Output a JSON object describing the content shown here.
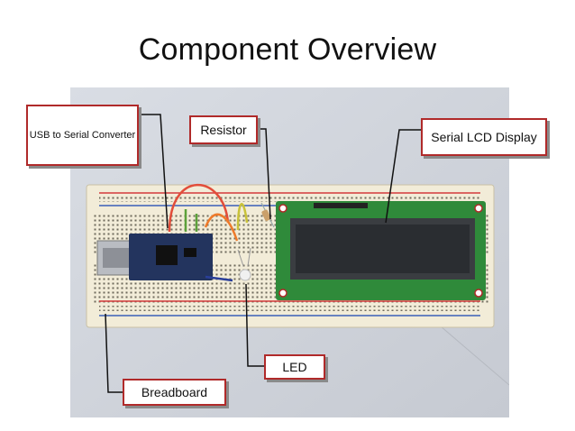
{
  "slide": {
    "title": "Component Overview"
  },
  "labels": {
    "usb": "USB to Serial Converter",
    "resistor": "Resistor",
    "lcd": "Serial LCD Display",
    "led": "LED",
    "breadboard": "Breadboard"
  },
  "colors": {
    "callout_border": "#b02a2a",
    "callout_line": "#111111",
    "breadboard_body": "#f2ecd8",
    "lcd_pcb": "#2f8a3a",
    "lcd_screen": "#2a2d31",
    "usb_board": "#23345e",
    "rail_red": "#d33a3a",
    "rail_blue": "#3b5fb8"
  }
}
